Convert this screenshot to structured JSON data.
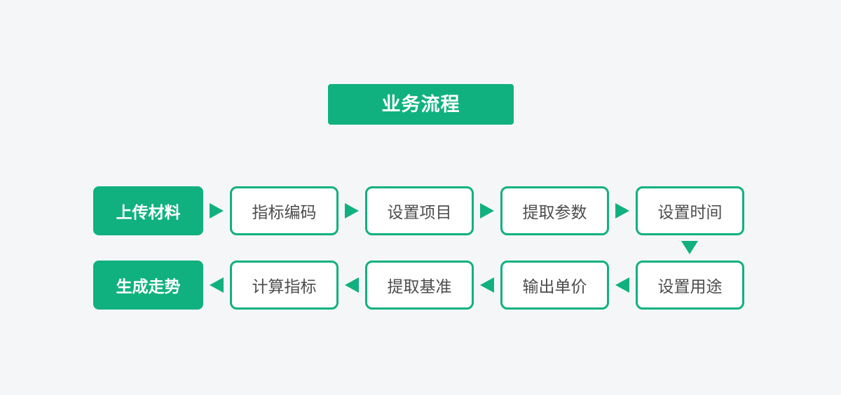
{
  "title": {
    "label": "业务流程"
  },
  "colors": {
    "accent_green": "#10b17e",
    "page_background": "#f5f6f8",
    "outline_node_text": "#4d4d4d",
    "solid_node_text": "#ffffff"
  },
  "flow": {
    "row_forward": {
      "direction": "left-to-right",
      "nodes": [
        {
          "label": "上传材料",
          "style": "solid"
        },
        {
          "label": "指标编码",
          "style": "outline"
        },
        {
          "label": "设置项目",
          "style": "outline"
        },
        {
          "label": "提取参数",
          "style": "outline"
        },
        {
          "label": "设置时间",
          "style": "outline"
        }
      ]
    },
    "row_backward": {
      "direction": "right-to-left",
      "nodes": [
        {
          "label": "生成走势",
          "style": "solid"
        },
        {
          "label": "计算指标",
          "style": "outline"
        },
        {
          "label": "提取基准",
          "style": "outline"
        },
        {
          "label": "输出单价",
          "style": "outline"
        },
        {
          "label": "设置用途",
          "style": "outline"
        }
      ]
    },
    "connector": {
      "direction": "down",
      "from": "设置时间",
      "to": "设置用途"
    }
  }
}
